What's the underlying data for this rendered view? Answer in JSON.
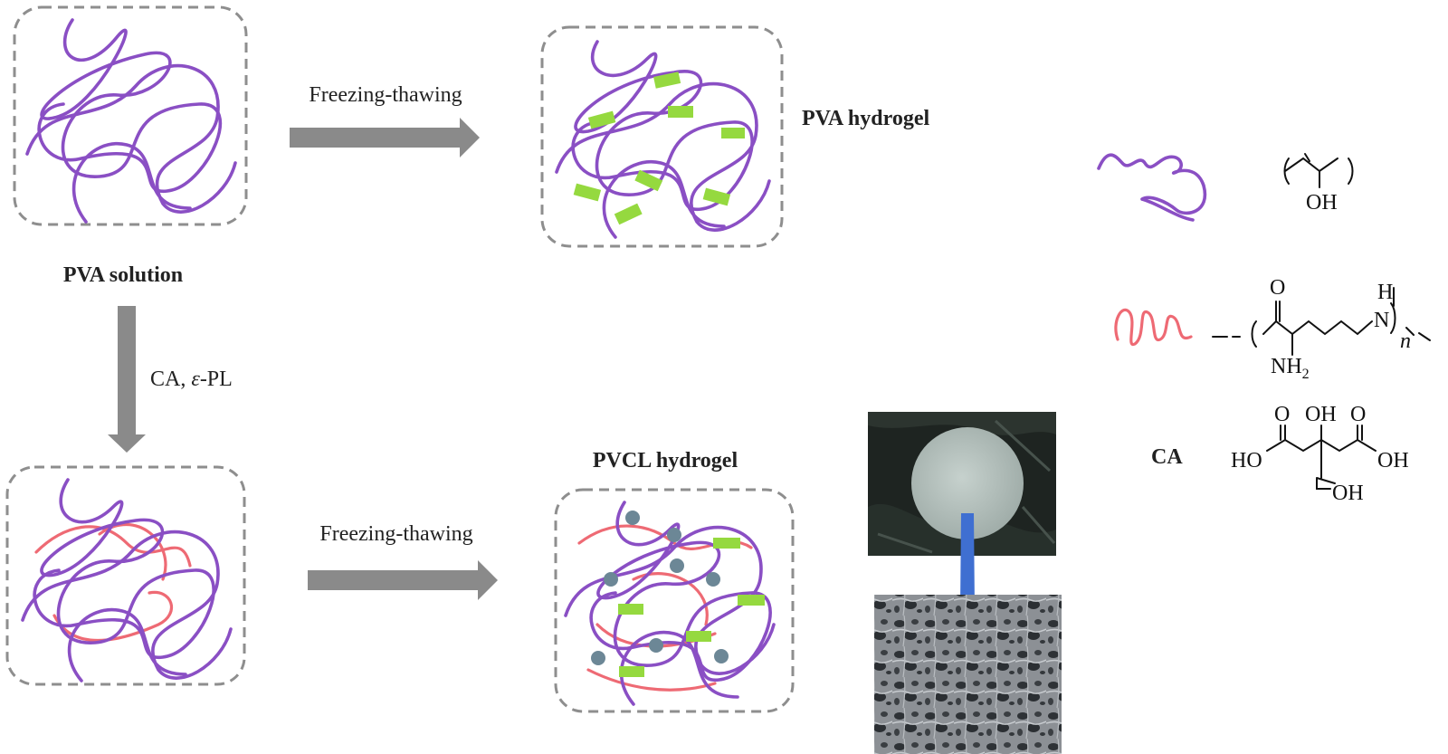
{
  "labels": {
    "pva_solution": "PVA solution",
    "pva_hydrogel": "PVA hydrogel",
    "pvcl_hydrogel": "PVCL hydrogel",
    "step_freeze_top": "Freezing-thawing",
    "step_freeze_bottom": "Freezing-thawing",
    "step_add_prefix": "CA, ",
    "step_add_eps": "ε",
    "step_add_suffix": "-PL"
  },
  "legend": {
    "ca_label": "CA",
    "pva_group": "OH",
    "pl_carbonyl_o": "O",
    "pl_amine_h": "H",
    "pl_amine_n": "N",
    "pl_side_amine": "NH",
    "pl_side_amine_sub": "2",
    "pl_repeat": "n",
    "ca_oh_top": "OH",
    "ca_o_left": "O",
    "ca_o_right": "O",
    "ca_ho_left": "HO",
    "ca_oh_right": "OH",
    "ca_oh_bottom": "OH"
  },
  "colors": {
    "pva_chain": "#8a4fc4",
    "epsilon_pl_chain": "#ee6a74",
    "hydrogen_bond": "#95d93f",
    "ca_crosslink": "#6c8796",
    "arrow": "#8a8a8a",
    "photo_arrow": "#3f6fd1"
  }
}
